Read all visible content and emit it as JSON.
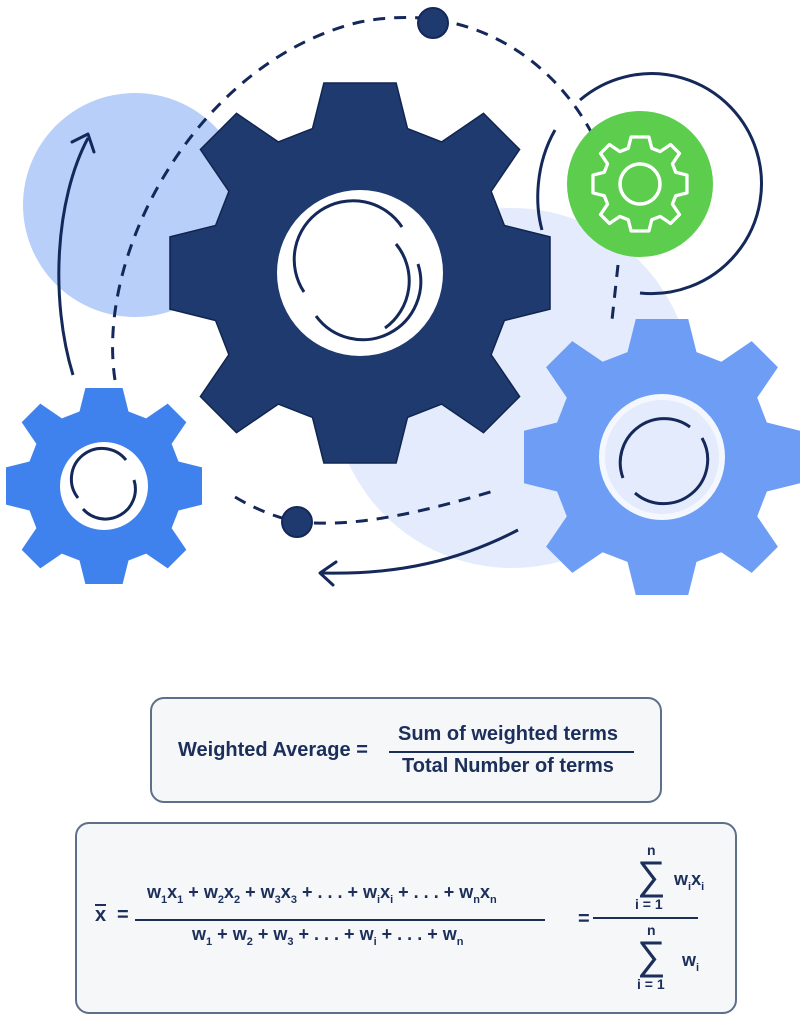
{
  "illustration": {
    "description": "Rotating gears illustration with cycle arrows",
    "colors": {
      "navy": "#1f3a6e",
      "outline": "#102650",
      "bright_blue": "#3f82ee",
      "periwinkle": "#6e9df5",
      "light_circle": "#b8cffa",
      "pale_circle": "#e3ebfc",
      "green": "#5ccd4c",
      "white": "#ffffff"
    },
    "icons": [
      "large-navy-gear",
      "small-blue-gear",
      "medium-periwinkle-gear",
      "green-gear-badge",
      "cycle-arrow-up",
      "cycle-arrow-left",
      "dashed-orbit"
    ]
  },
  "formula1": {
    "lhs": "Weighted Average =",
    "numerator": "Sum of weighted terms",
    "denominator": "Total Number of terms"
  },
  "formula2": {
    "lhs_symbol": "x",
    "equals": "=",
    "numerator_terms": [
      {
        "w": "w",
        "ws": "1",
        "x": "x",
        "xs": "1",
        "op": "+"
      },
      {
        "w": "w",
        "ws": "2",
        "x": "x",
        "xs": "2",
        "op": "+"
      },
      {
        "w": "w",
        "ws": "3",
        "x": "x",
        "xs": "3",
        "op": "+ . . . +"
      },
      {
        "w": "w",
        "ws": "i",
        "x": "x",
        "xs": "i",
        "op": "+ . . . +"
      },
      {
        "w": "w",
        "ws": "n",
        "x": "x",
        "xs": "n",
        "op": ""
      }
    ],
    "denominator_terms": [
      {
        "w": "w",
        "ws": "1",
        "op": "+"
      },
      {
        "w": "w",
        "ws": "2",
        "op": "+"
      },
      {
        "w": "w",
        "ws": "3",
        "op": "+ . . . +"
      },
      {
        "w": "w",
        "ws": "i",
        "op": "+ . . . +"
      },
      {
        "w": "w",
        "ws": "n",
        "op": ""
      }
    ],
    "equals2": "=",
    "sum_numerator": {
      "sigma": "∑",
      "upper": "n",
      "lower": "i = 1",
      "w": "w",
      "ws": "i",
      "x": "x",
      "xs": "i"
    },
    "sum_denominator": {
      "sigma": "∑",
      "upper": "n",
      "lower": "i = 1",
      "w": "w",
      "ws": "i"
    }
  }
}
